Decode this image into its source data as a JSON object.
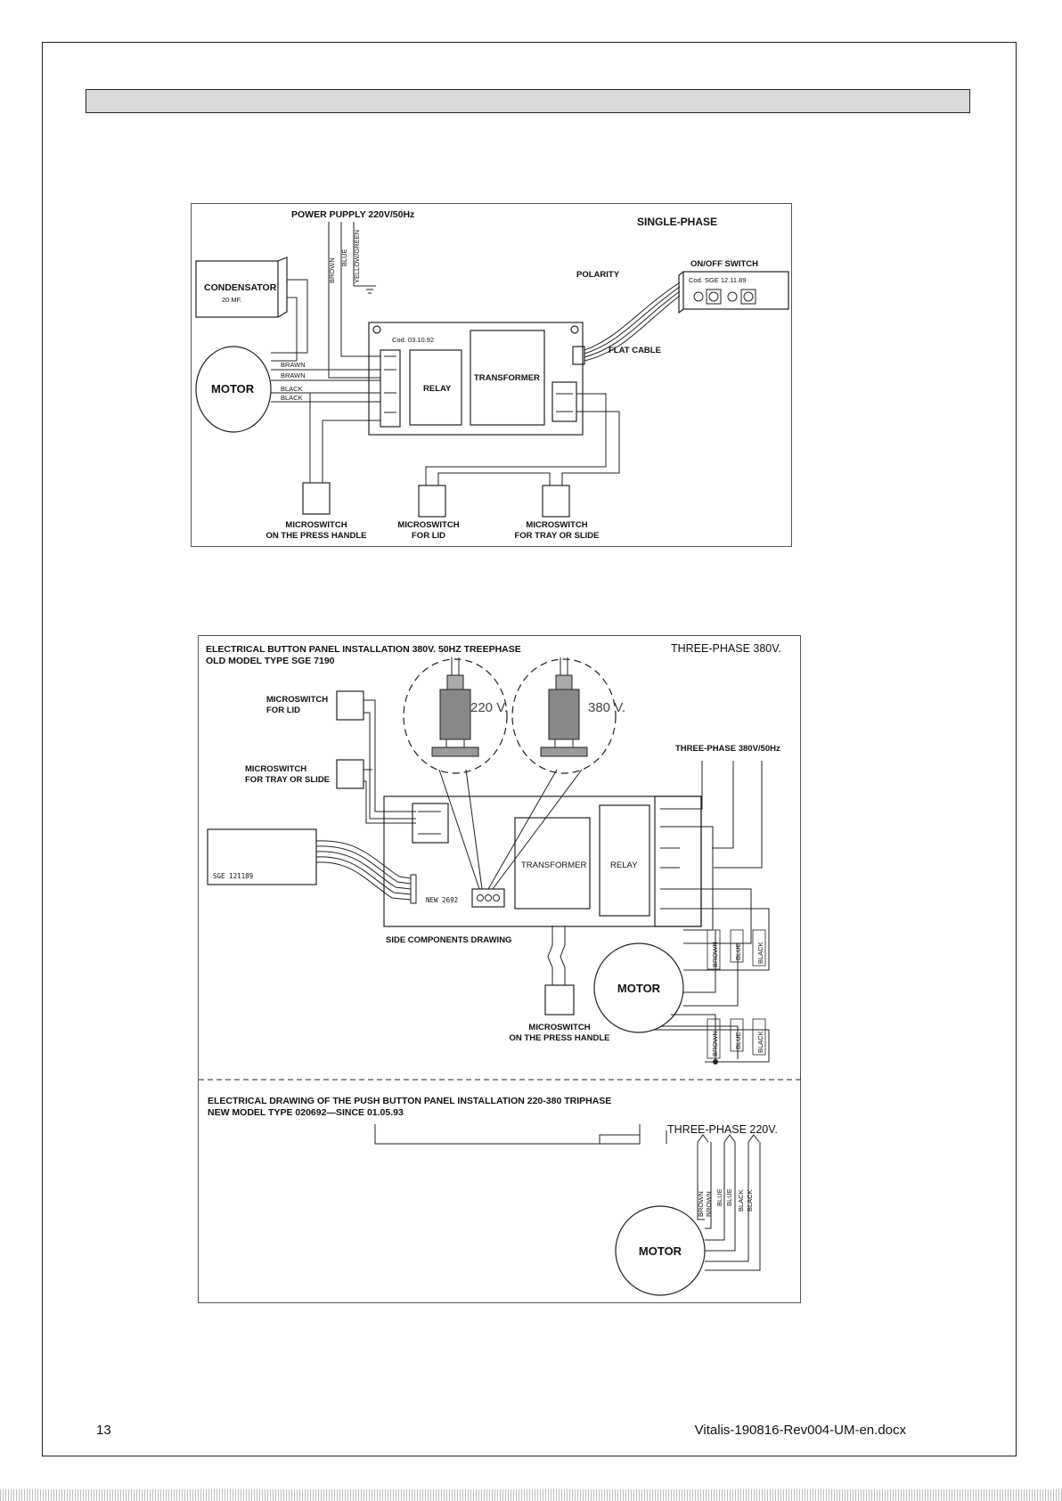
{
  "footer": {
    "page_number": "13",
    "document_name": "Vitalis-190816-Rev004-UM-en.docx"
  },
  "single_phase": {
    "power_supply": "POWER PUPPLY 220V/50Hz",
    "title": "SINGLE-PHASE",
    "condensator": "CONDENSATOR",
    "condensator_value": "20 MF.",
    "motor": "MOTOR",
    "board_code": "Cod.     03.10.92",
    "relay": "RELAY",
    "transformer": "TRANSFORMER",
    "polarity": "POLARITY",
    "switch_title": "ON/OFF  SWITCH",
    "switch_code": "Cod.  SGE    12.11.89",
    "flat_cable": "FLAT CABLE",
    "wire_brown": "BROWN",
    "wire_blue": "BLUE",
    "wire_yellow_green": "YELLOW/GREEN",
    "motor_wire_1": "BRAWN",
    "motor_wire_2": "BRAWN",
    "motor_wire_3": "BLACK",
    "motor_wire_4": "BLACK",
    "ms_handle_1": "MICROSWITCH",
    "ms_handle_2": "ON THE PRESS HANDLE",
    "ms_lid_1": "MICROSWITCH",
    "ms_lid_2": "FOR LID",
    "ms_tray_1": "MICROSWITCH",
    "ms_tray_2": "FOR TRAY OR SLIDE"
  },
  "three_phase": {
    "title_line1": "ELECTRICAL BUTTON PANEL INSTALLATION 380V. 50HZ TREEPHASE",
    "title_line2": "OLD MODEL TYPE SGE 7190",
    "title_right": "THREE-PHASE 380V.",
    "plug_220": "220 V.",
    "plug_380": "380 V.",
    "supply": "THREE-PHASE 380V/50Hz",
    "ms_lid_1": "MICROSWITCH",
    "ms_lid_2": "FOR LID",
    "ms_tray_1": "MICROSWITCH",
    "ms_tray_2": "FOR TRAY OR SLIDE",
    "panel_code": "SGE   121189",
    "new_code": "NEW  2692",
    "transformer": "TRANSFORMER",
    "relay": "RELAY",
    "side_components": "SIDE COMPONENTS DRAWING",
    "wire_brown": "BROWN",
    "wire_blue": "BLUE",
    "wire_black": "BLACK",
    "motor": "MOTOR",
    "ms_handle_1": "MICROSWITCH",
    "ms_handle_2": "ON THE PRESS HANDLE",
    "lower_wire_brown": "BROWN",
    "lower_wire_blue": "BLUE",
    "lower_wire_black": "BLACK",
    "new_title_line1": "ELECTRICAL DRAWING OF THE PUSH BUTTON PANEL INSTALLATION 220-380 TRIPHASE",
    "new_title_line2": "NEW MODEL TYPE 020692—SINCE 01.05.93",
    "new_title_right": "THREE-PHASE 220V.",
    "w220_1": "BROWN",
    "w220_2": "BROWN",
    "w220_3": "BLUE",
    "w220_4": "BLUE",
    "w220_5": "BLACK",
    "w220_6": "BLACK",
    "motor2": "MOTOR"
  }
}
